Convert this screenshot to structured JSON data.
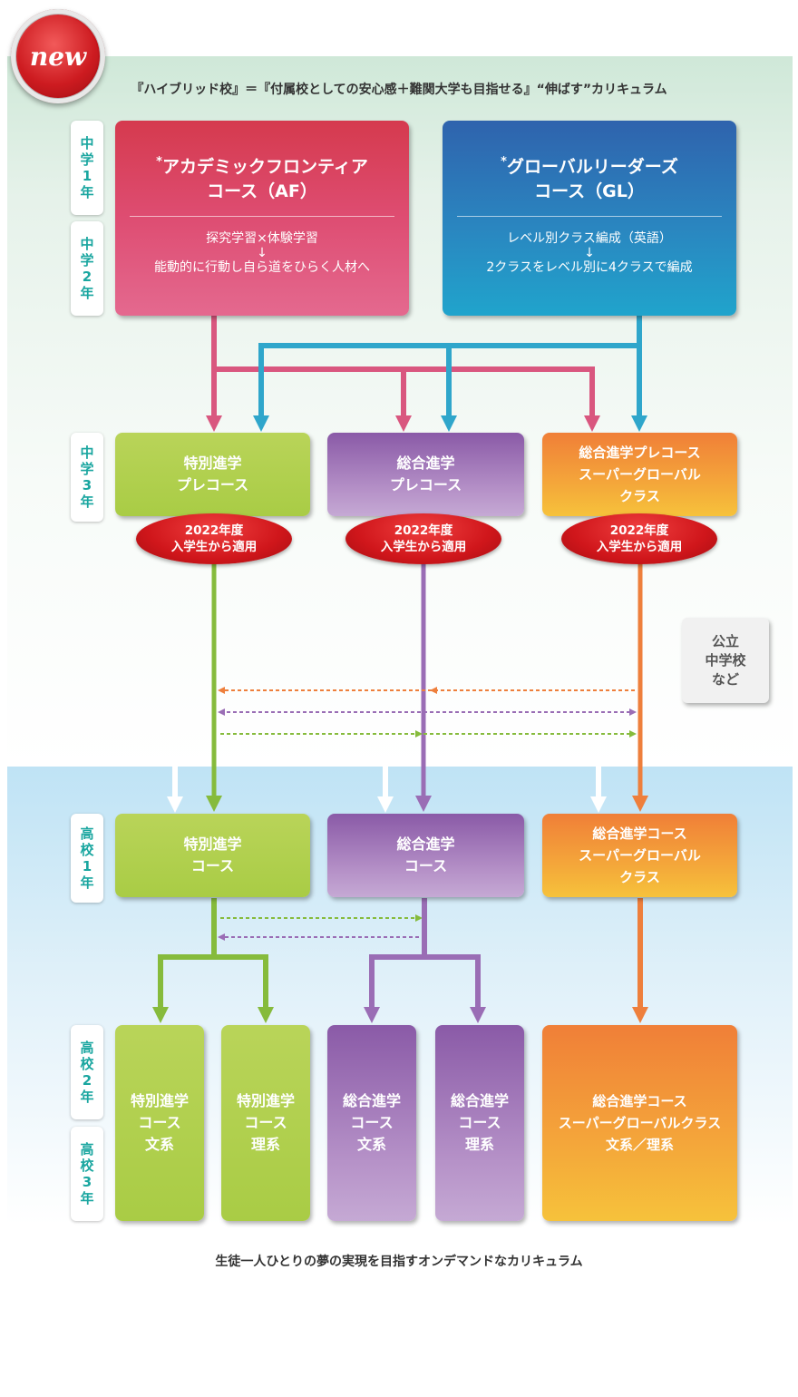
{
  "badge": {
    "label": "new"
  },
  "headline": "『ハイブリッド校』＝『付属校としての安心感＋難関大学も目指せる』“伸ばす”カリキュラム",
  "grades": {
    "jh1": "中学1年",
    "jh2": "中学2年",
    "jh3": "中学3年",
    "hs1": "高校1年",
    "hs2": "高校2年",
    "hs3": "高校3年"
  },
  "af_course": {
    "asterisk": "*",
    "title_line1": "アカデミックフロンティア",
    "title_line2": "コース（AF）",
    "desc_line1": "探究学習×体験学習",
    "arrow": "↓",
    "desc_line2": "能動的に行動し自ら道をひらく人材へ"
  },
  "gl_course": {
    "asterisk": "*",
    "title_line1": "グローバルリーダーズ",
    "title_line2": "コース（GL）",
    "desc_line1": "レベル別クラス編成（英語）",
    "arrow": "↓",
    "desc_line2": "2クラスをレベル別に4クラスで編成"
  },
  "jh3_courses": [
    {
      "line1": "特別進学",
      "line2": "プレコース",
      "line3": ""
    },
    {
      "line1": "総合進学",
      "line2": "プレコース",
      "line3": ""
    },
    {
      "line1": "総合進学プレコース",
      "line2": "スーパーグローバル",
      "line3": "クラス"
    }
  ],
  "ovals": [
    {
      "line1": "2022年度",
      "line2": "入学生から適用"
    },
    {
      "line1": "2022年度",
      "line2": "入学生から適用"
    },
    {
      "line1": "2022年度",
      "line2": "入学生から適用"
    }
  ],
  "public_school": {
    "line1": "公立",
    "line2": "中学校",
    "line3": "など"
  },
  "hs1_courses": [
    {
      "line1": "特別進学",
      "line2": "コース",
      "line3": ""
    },
    {
      "line1": "総合進学",
      "line2": "コース",
      "line3": ""
    },
    {
      "line1": "総合進学コース",
      "line2": "スーパーグローバル",
      "line3": "クラス"
    }
  ],
  "hs23_courses": [
    {
      "line1": "特別進学",
      "line2": "コース",
      "line3": "文系"
    },
    {
      "line1": "特別進学",
      "line2": "コース",
      "line3": "理系"
    },
    {
      "line1": "総合進学",
      "line2": "コース",
      "line3": "文系"
    },
    {
      "line1": "総合進学",
      "line2": "コース",
      "line3": "理系"
    },
    {
      "line1": "総合進学コース",
      "line2": "スーパーグローバルクラス",
      "line3": "文系／理系"
    }
  ],
  "footer": "生徒一人ひとりの夢の実現を目指すオンデマンドなカリキュラム",
  "colors": {
    "af_pink": "#d9577f",
    "gl_blue": "#2fa6cb",
    "green": "#86bb3c",
    "purple": "#9a6db5",
    "orange": "#ee7f3c",
    "grade_text": "#1aa6a0",
    "oval_red": "#d0161b"
  }
}
